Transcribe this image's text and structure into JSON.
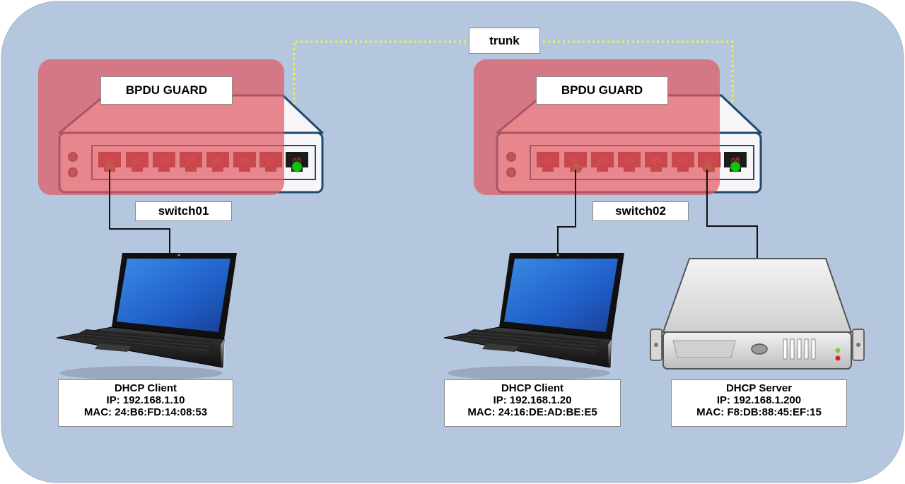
{
  "colors": {
    "background": "#b4c7de",
    "guard_zone": "#e05a63",
    "switch_body": "#f6f6f8",
    "switch_outline": "#1f4a6e",
    "port_fill": "#8a1a1a",
    "trunk_port_fill": "#1b1b1b",
    "link_led": "#6b5a12",
    "trunk_led": "#12c212",
    "trunk_line": "#f3f33a",
    "cable": "#111111"
  },
  "trunk": {
    "label": "trunk"
  },
  "switches": [
    {
      "name": "switch01",
      "guard_label": "BPDU GUARD",
      "ports": [
        "g1",
        "g2",
        "g3",
        "g4",
        "g5",
        "g6",
        "g7",
        "g8"
      ],
      "connected_ports": [
        "g1"
      ],
      "trunk_port": "g8"
    },
    {
      "name": "switch02",
      "guard_label": "BPDU GUARD",
      "ports": [
        "g1",
        "g2",
        "g3",
        "g4",
        "g5",
        "g6",
        "g7",
        "g8"
      ],
      "connected_ports": [
        "g2",
        "g7"
      ],
      "trunk_port": "g8"
    }
  ],
  "hosts": [
    {
      "device": "laptop-icon",
      "role": "DHCP Client",
      "ip": "IP: 192.168.1.10",
      "mac": "MAC: 24:B6:FD:14:08:53"
    },
    {
      "device": "laptop-icon",
      "role": "DHCP Client",
      "ip": "IP: 192.168.1.20",
      "mac": "MAC: 24:16:DE:AD:BE:E5"
    },
    {
      "device": "server-icon",
      "role": "DHCP Server",
      "ip": "IP: 192.168.1.200",
      "mac": "MAC: F8:DB:88:45:EF:15"
    }
  ]
}
